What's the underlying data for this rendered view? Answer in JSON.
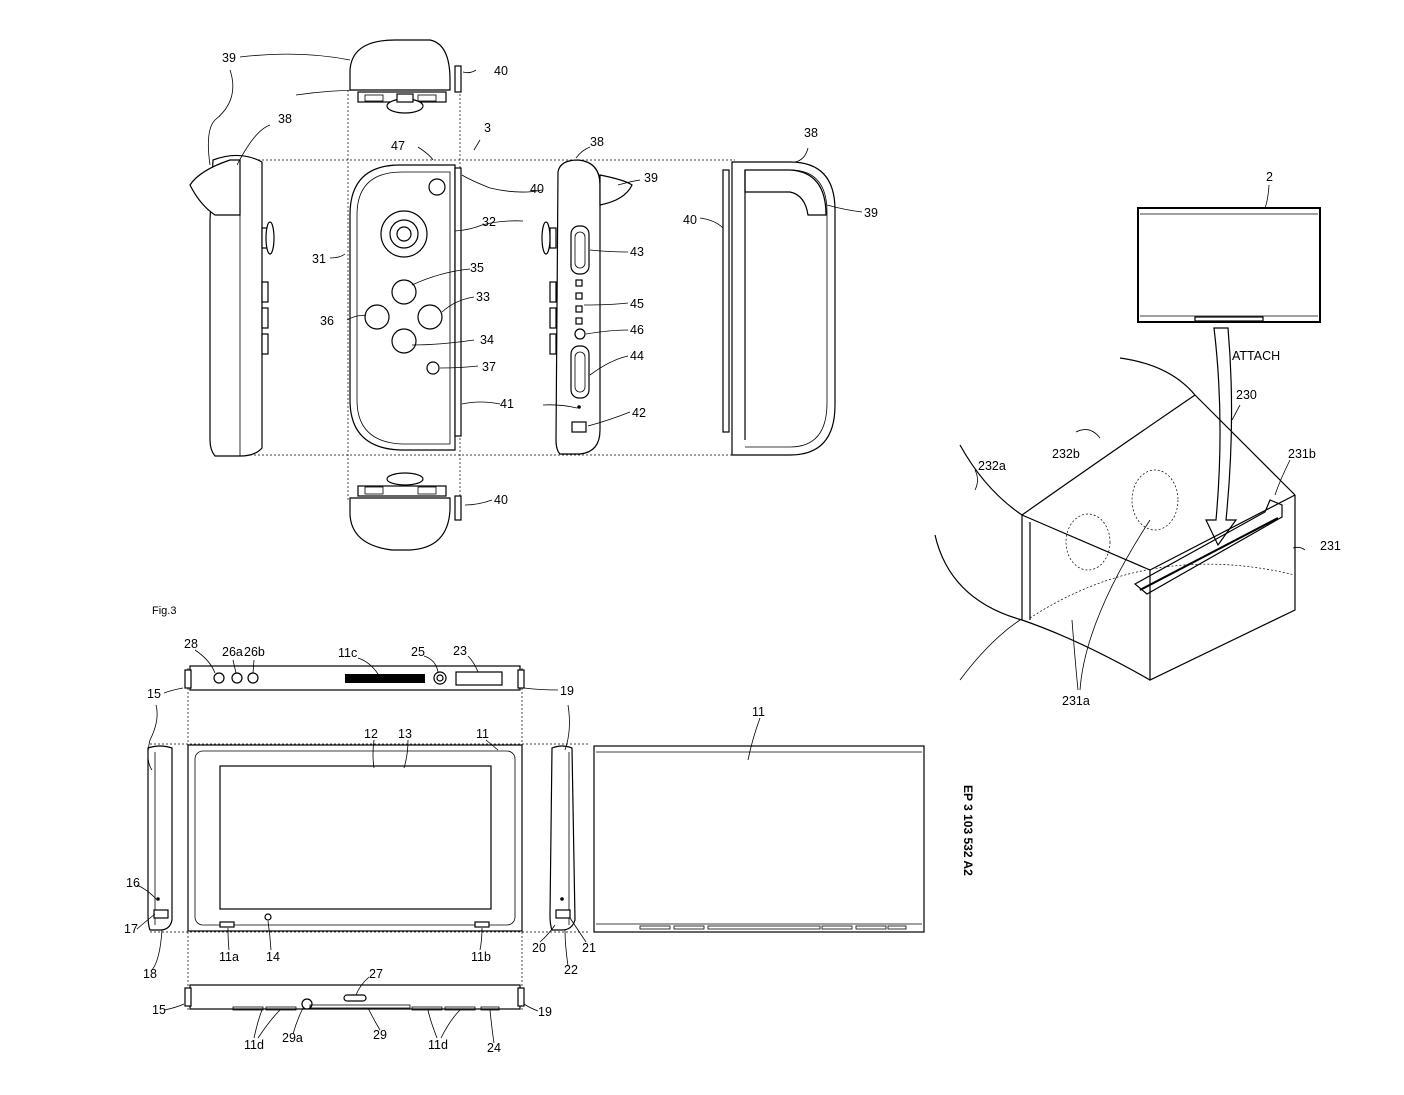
{
  "figure": {
    "fig3_caption": "Fig.3",
    "publication_number": "EP 3 103 532 A2",
    "attach_label": "ATTACH"
  },
  "labels": {
    "controller": [
      "39",
      "40",
      "38",
      "3",
      "47",
      "40",
      "32",
      "31",
      "35",
      "33",
      "36",
      "34",
      "37",
      "41",
      "38",
      "39",
      "43",
      "45",
      "46",
      "44",
      "42",
      "38",
      "39",
      "40",
      "40"
    ],
    "goggles": [
      "2",
      "230",
      "232a",
      "232b",
      "231b",
      "231",
      "231a"
    ],
    "console": [
      "28",
      "26a",
      "26b",
      "11c",
      "25",
      "23",
      "15",
      "19",
      "12",
      "13",
      "11",
      "11",
      "16",
      "17",
      "18",
      "11a",
      "14",
      "11b",
      "20",
      "21",
      "22",
      "27",
      "15",
      "19",
      "11d",
      "29a",
      "29",
      "11d",
      "24"
    ]
  }
}
